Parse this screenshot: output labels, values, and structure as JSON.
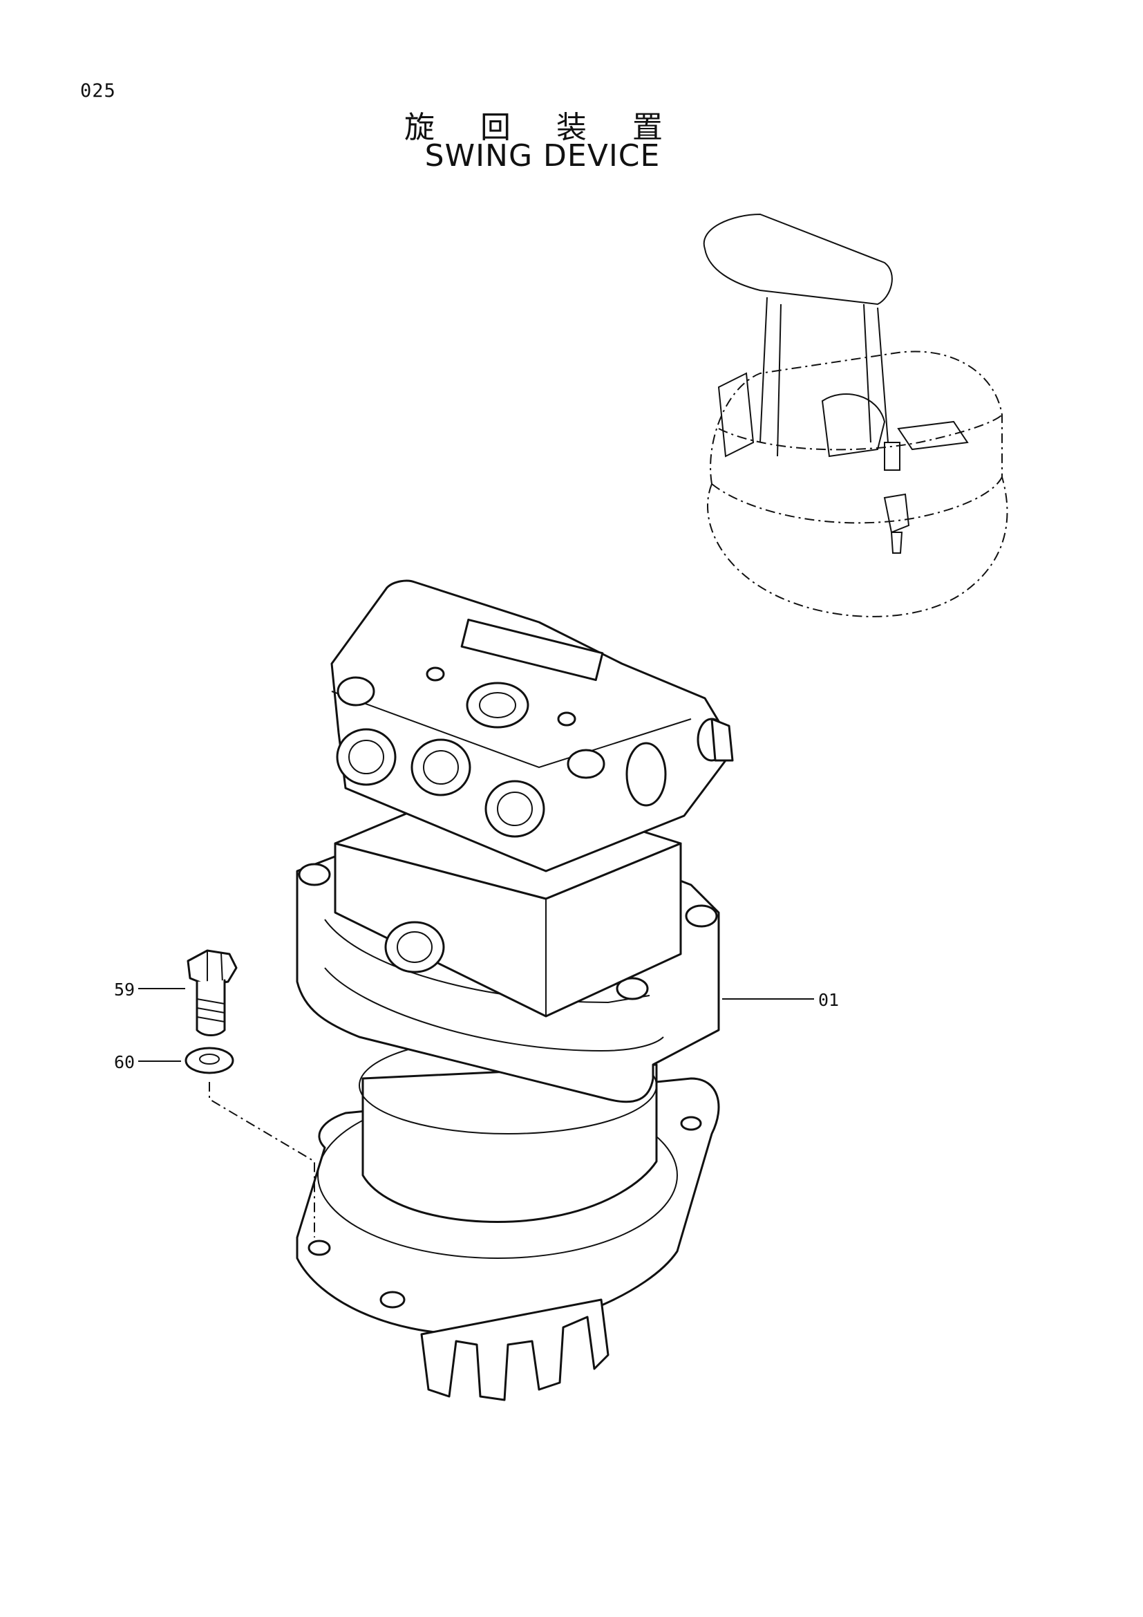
{
  "page": {
    "page_number": "025",
    "title_jp": "旋 回 装 置",
    "title_en": "SWING DEVICE"
  },
  "callouts": [
    {
      "id": "01",
      "label": "01"
    },
    {
      "id": "59",
      "label": "59"
    },
    {
      "id": "60",
      "label": "60"
    }
  ]
}
